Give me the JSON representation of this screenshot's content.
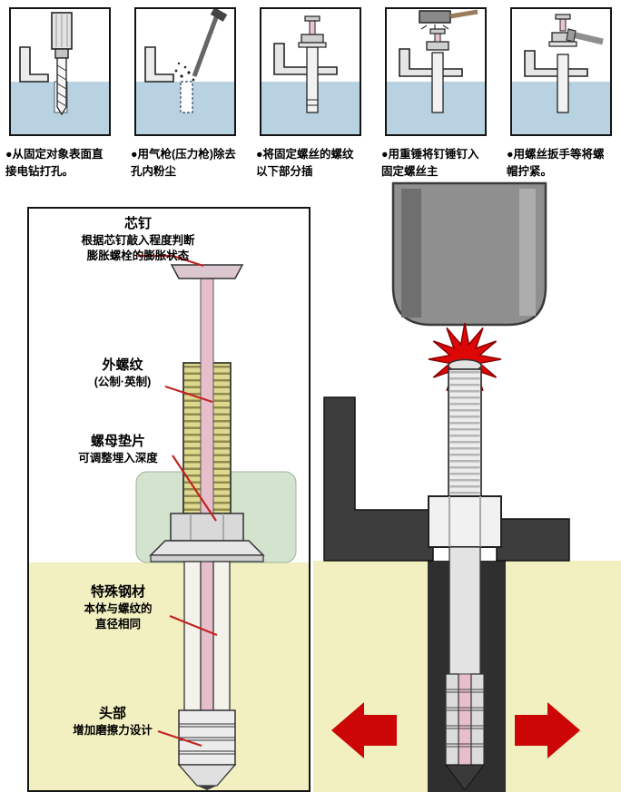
{
  "steps": [
    {
      "id": "drill",
      "caption": "●从固定对象表面直接电钻打孔。"
    },
    {
      "id": "blow",
      "caption": "●用气枪(压力枪)除去孔内粉尘"
    },
    {
      "id": "insert",
      "caption": "●将固定螺丝的螺纹以下部分插"
    },
    {
      "id": "hammer",
      "caption": "●用重锤将钉锤钉入固定螺丝主"
    },
    {
      "id": "tighten",
      "caption": "●用螺丝扳手等将螺帽拧紧。"
    }
  ],
  "cross_section": {
    "labels": {
      "core_pin": {
        "title": "芯钉",
        "desc": "根据芯钉敲入程度判断\n膨胀螺栓的膨胀状态"
      },
      "thread": {
        "title": "外螺纹",
        "desc": "(公制·英制)"
      },
      "washer": {
        "title": "螺母垫片",
        "desc": "可调整埋入深度"
      },
      "steel": {
        "title": "特殊钢材",
        "desc": "本体与螺纹的\n直径相同"
      },
      "head": {
        "title": "头部",
        "desc": "增加磨擦力设计"
      }
    }
  },
  "colors": {
    "panel_blue": "#b9d2e1",
    "ground_yellow": "#f2efc0",
    "accent_red": "#cc1111",
    "pin_pink": "#e7bfca",
    "thread_yellow": "#ded98f",
    "washer_green": "#d3e3cd"
  }
}
